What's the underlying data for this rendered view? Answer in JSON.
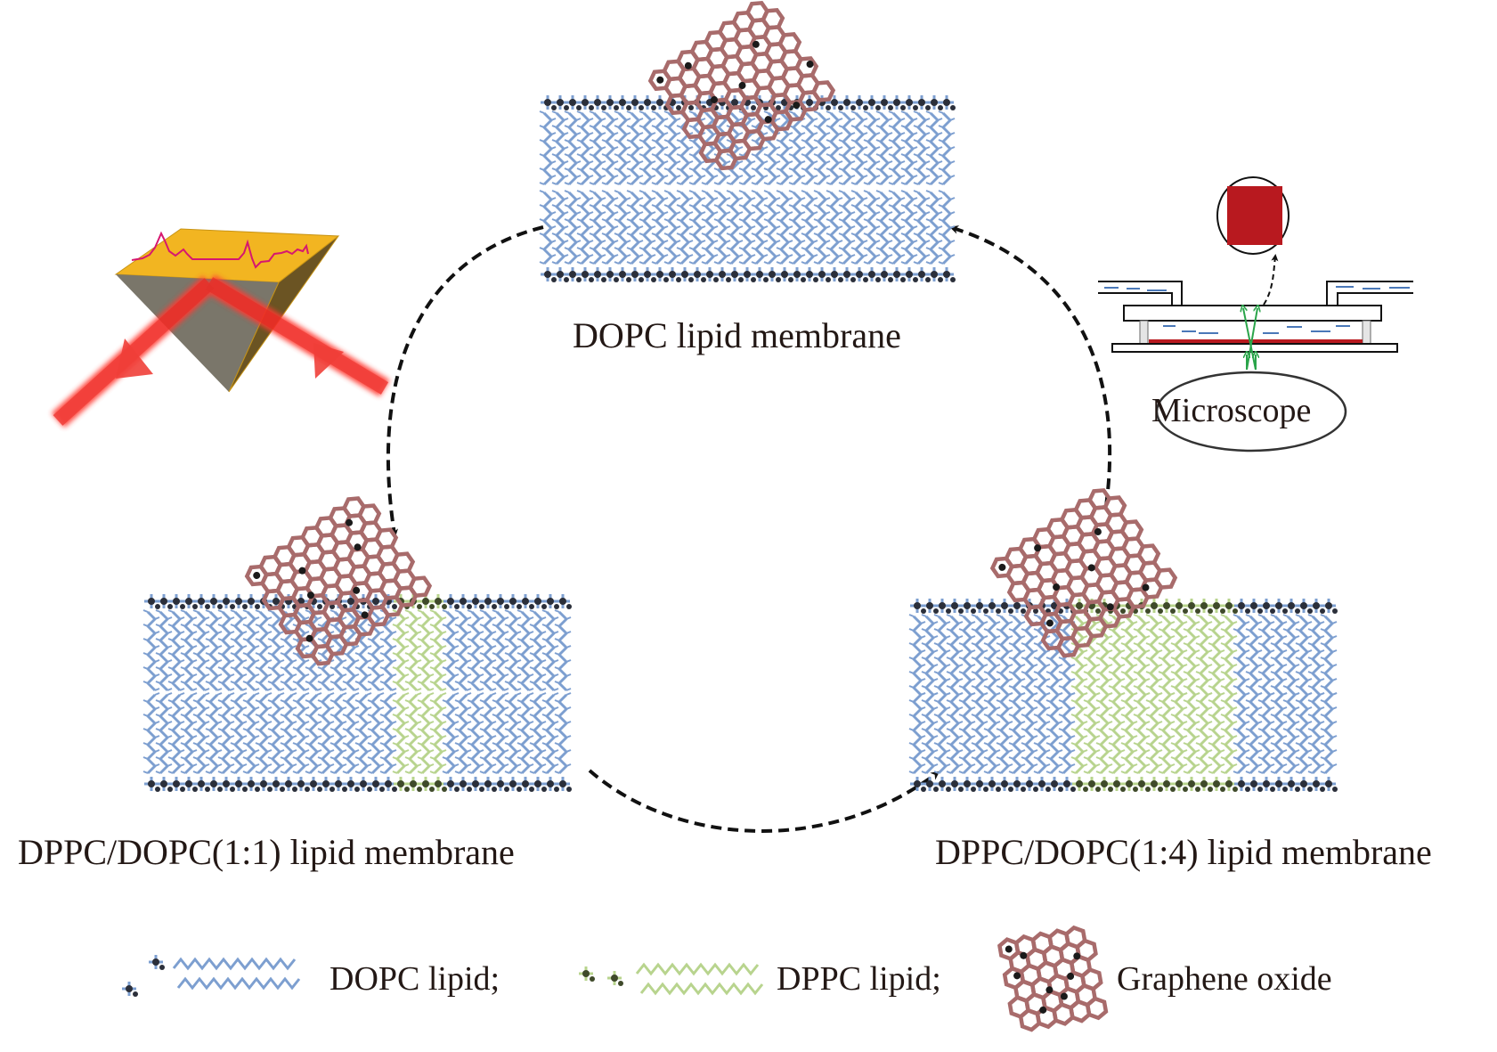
{
  "figure": {
    "type": "schematic-cycle",
    "colors": {
      "dopc": "#7d9fd0",
      "dopc_dark": "#2b2f3a",
      "dppc": "#b8d48e",
      "dppc_dark": "#3f4a2a",
      "graphene_oxide": "#a86b6b",
      "prism_top": "#f2b521",
      "prism_face": "#7a766a",
      "prism_side": "#6b5423",
      "laser": "#ee2a24",
      "spectrum": "#d6176f",
      "arrow": "#111111",
      "sample_red": "#b8191f",
      "water_dash": "#4a78b8",
      "light_path": "#2aa44a"
    }
  },
  "membranes": {
    "top": {
      "label": "DOPC lipid membrane",
      "composition": "DOPC"
    },
    "bottom_left": {
      "label": "DPPC/DOPC(1:1) lipid membrane",
      "composition": "DPPC/DOPC 1:1"
    },
    "bottom_right": {
      "label": "DPPC/DOPC(1:4) lipid membrane",
      "composition": "DPPC/DOPC 1:4"
    }
  },
  "setup": {
    "microscope_label": "Microscope"
  },
  "legend": {
    "items": [
      {
        "label": "DOPC lipid;",
        "icon": "dopc-lipid-icon"
      },
      {
        "label": "DPPC lipid;",
        "icon": "dppc-lipid-icon"
      },
      {
        "label": "Graphene oxide",
        "icon": "graphene-oxide-icon"
      }
    ]
  }
}
